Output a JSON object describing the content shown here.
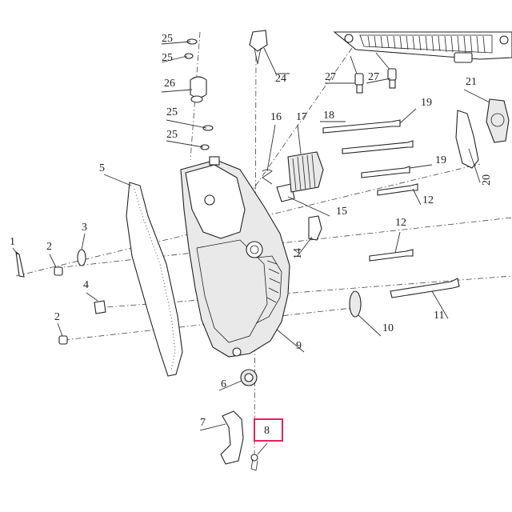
{
  "diagram": {
    "labels": {
      "p1": "1",
      "p2a": "2",
      "p2b": "2",
      "p3": "3",
      "p4": "4",
      "p5": "5",
      "p6": "6",
      "p7": "7",
      "p8": "8",
      "p9": "9",
      "p10": "10",
      "p11": "11",
      "p12a": "12",
      "p12b": "12",
      "p14": "14",
      "p15": "15",
      "p16": "16",
      "p17": "17",
      "p18": "18",
      "p19a": "19",
      "p19b": "19",
      "p20": "20",
      "p21": "21",
      "p24": "24",
      "p25a": "25",
      "p25b": "25",
      "p25c": "25",
      "p25d": "25",
      "p26": "26",
      "p27a": "27",
      "p27b": "27"
    },
    "highlighted_part": "8",
    "highlight_color": "#e0245e"
  }
}
